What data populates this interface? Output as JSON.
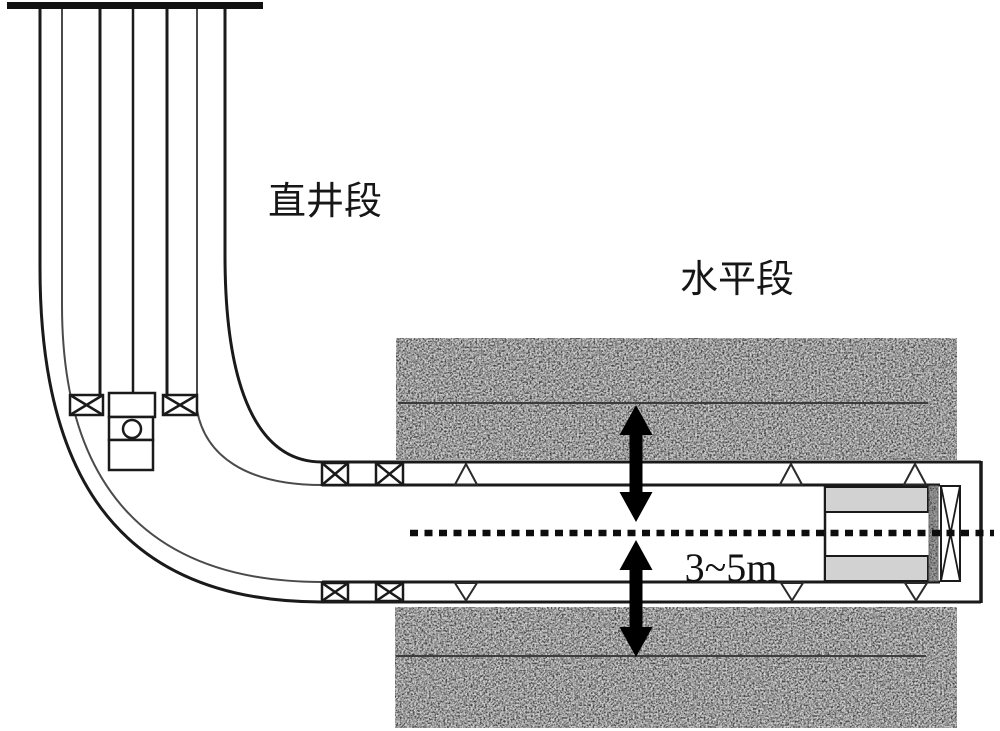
{
  "figure": {
    "type": "horizontal-well-schematic",
    "background": "#ffffff",
    "labels": {
      "vertical_section": "直井段",
      "horizontal_section": "水平段",
      "offset_distance": "3~5m"
    },
    "colors": {
      "line": "#1a1a1a",
      "line_secondary": "#4a4a4a",
      "rock_fill": "#d8d8d8",
      "tool_fill": "#d2d2d2",
      "seal_fill": "#a3a3a3",
      "arrow": "#000000",
      "centerline": "#0d0d0d"
    }
  }
}
